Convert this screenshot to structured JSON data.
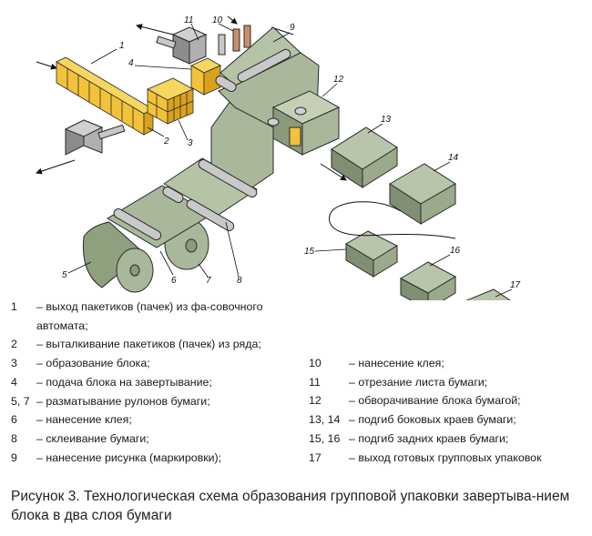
{
  "markers": [
    "1",
    "2",
    "3",
    "4",
    "5",
    "6",
    "7",
    "8",
    "9",
    "10",
    "11",
    "12",
    "13",
    "14",
    "15",
    "16",
    "17"
  ],
  "legend_left": [
    {
      "key": "1",
      "desc": "– выход пакетиков (пачек) из фа-совочного автомата;"
    },
    {
      "key": "2",
      "desc": "– выталкивание пакетиков (пачек) из ряда;"
    },
    {
      "key": "3",
      "desc": "– образование блока;"
    },
    {
      "key": "4",
      "desc": "– подача блока на завертывание;"
    },
    {
      "key": "5, 7",
      "desc": "– разматывание рулонов бумаги;"
    },
    {
      "key": "6",
      "desc": "– нанесение клея;"
    },
    {
      "key": "8",
      "desc": "– склеивание бумаги;"
    },
    {
      "key": "9",
      "desc": "– нанесение рисунка (маркировки);"
    }
  ],
  "legend_right": [
    {
      "key": "10",
      "desc": "– нанесение клея;"
    },
    {
      "key": "11",
      "desc": "– отрезание листа бумаги;"
    },
    {
      "key": "12",
      "desc": "– обворачивание блока бумагой;"
    },
    {
      "key": "13, 14",
      "desc": "– подгиб боковых краев бумаги;"
    },
    {
      "key": "15, 16",
      "desc": "– подгиб задних краев бумаги;"
    },
    {
      "key": "17",
      "desc": "– выход готовых групповых упаковок"
    }
  ],
  "caption": "Рисунок 3. Технологическая схема образования групповой упаковки завертыва-нием блока в два слоя бумаги",
  "colors": {
    "paper_green": "#a9b89a",
    "paper_dark": "#8a9a7c",
    "paper_light": "#c4cfb6",
    "pack_yellow": "#f2c23a",
    "pack_shade": "#d9a21c",
    "steel": "#b8b8b8",
    "outline": "#2a2a2a"
  }
}
